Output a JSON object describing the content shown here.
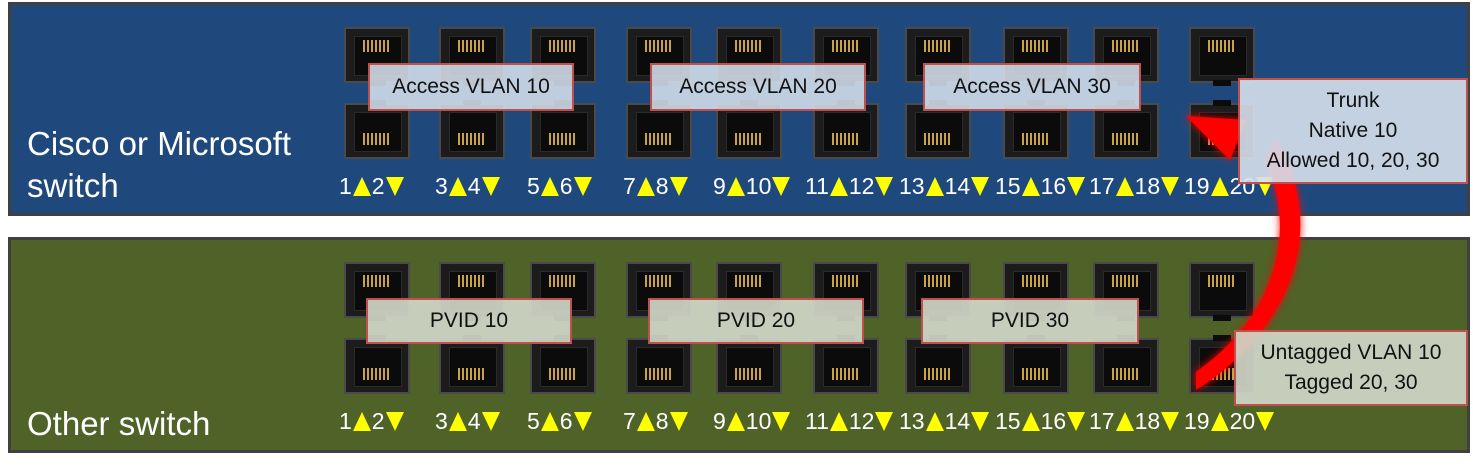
{
  "colors": {
    "top_panel": "#1f497d",
    "bottom_panel": "#4f6228",
    "triangle": "#ffff00",
    "arrow": "#ff0000",
    "box_border": "#c0504d"
  },
  "top_switch": {
    "title": "Cisco or Microsoft\nswitch",
    "vlan_labels": [
      "Access VLAN 10",
      "Access VLAN 20",
      "Access VLAN 30"
    ],
    "callout": [
      "Trunk",
      "Native 10",
      "Allowed 10, 20, 30"
    ],
    "port_pairs": [
      [
        "1",
        "2"
      ],
      [
        "3",
        "4"
      ],
      [
        "5",
        "6"
      ],
      [
        "7",
        "8"
      ],
      [
        "9",
        "10"
      ],
      [
        "11",
        "12"
      ],
      [
        "13",
        "14"
      ],
      [
        "15",
        "16"
      ],
      [
        "17",
        "18"
      ],
      [
        "19",
        "20"
      ]
    ]
  },
  "bottom_switch": {
    "title": "Other switch",
    "vlan_labels": [
      "PVID 10",
      "PVID 20",
      "PVID 30"
    ],
    "callout": [
      "Untagged VLAN 10",
      "Tagged 20, 30"
    ],
    "port_pairs": [
      [
        "1",
        "2"
      ],
      [
        "3",
        "4"
      ],
      [
        "5",
        "6"
      ],
      [
        "7",
        "8"
      ],
      [
        "9",
        "10"
      ],
      [
        "11",
        "12"
      ],
      [
        "13",
        "14"
      ],
      [
        "15",
        "16"
      ],
      [
        "17",
        "18"
      ],
      [
        "19",
        "20"
      ]
    ]
  },
  "icons": {
    "port": "rj45-port-icon",
    "up": "triangle-up-icon",
    "down": "triangle-down-icon",
    "link": "curved-arrow-icon"
  }
}
